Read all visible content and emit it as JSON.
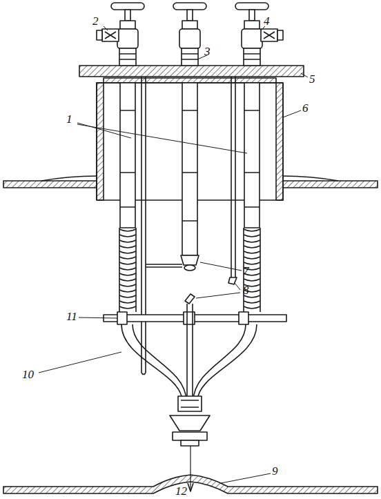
{
  "diagram": {
    "labels": [
      "2",
      "3",
      "4",
      "5",
      "1",
      "6",
      "7",
      "8",
      "11",
      "10",
      "9",
      "12"
    ]
  }
}
